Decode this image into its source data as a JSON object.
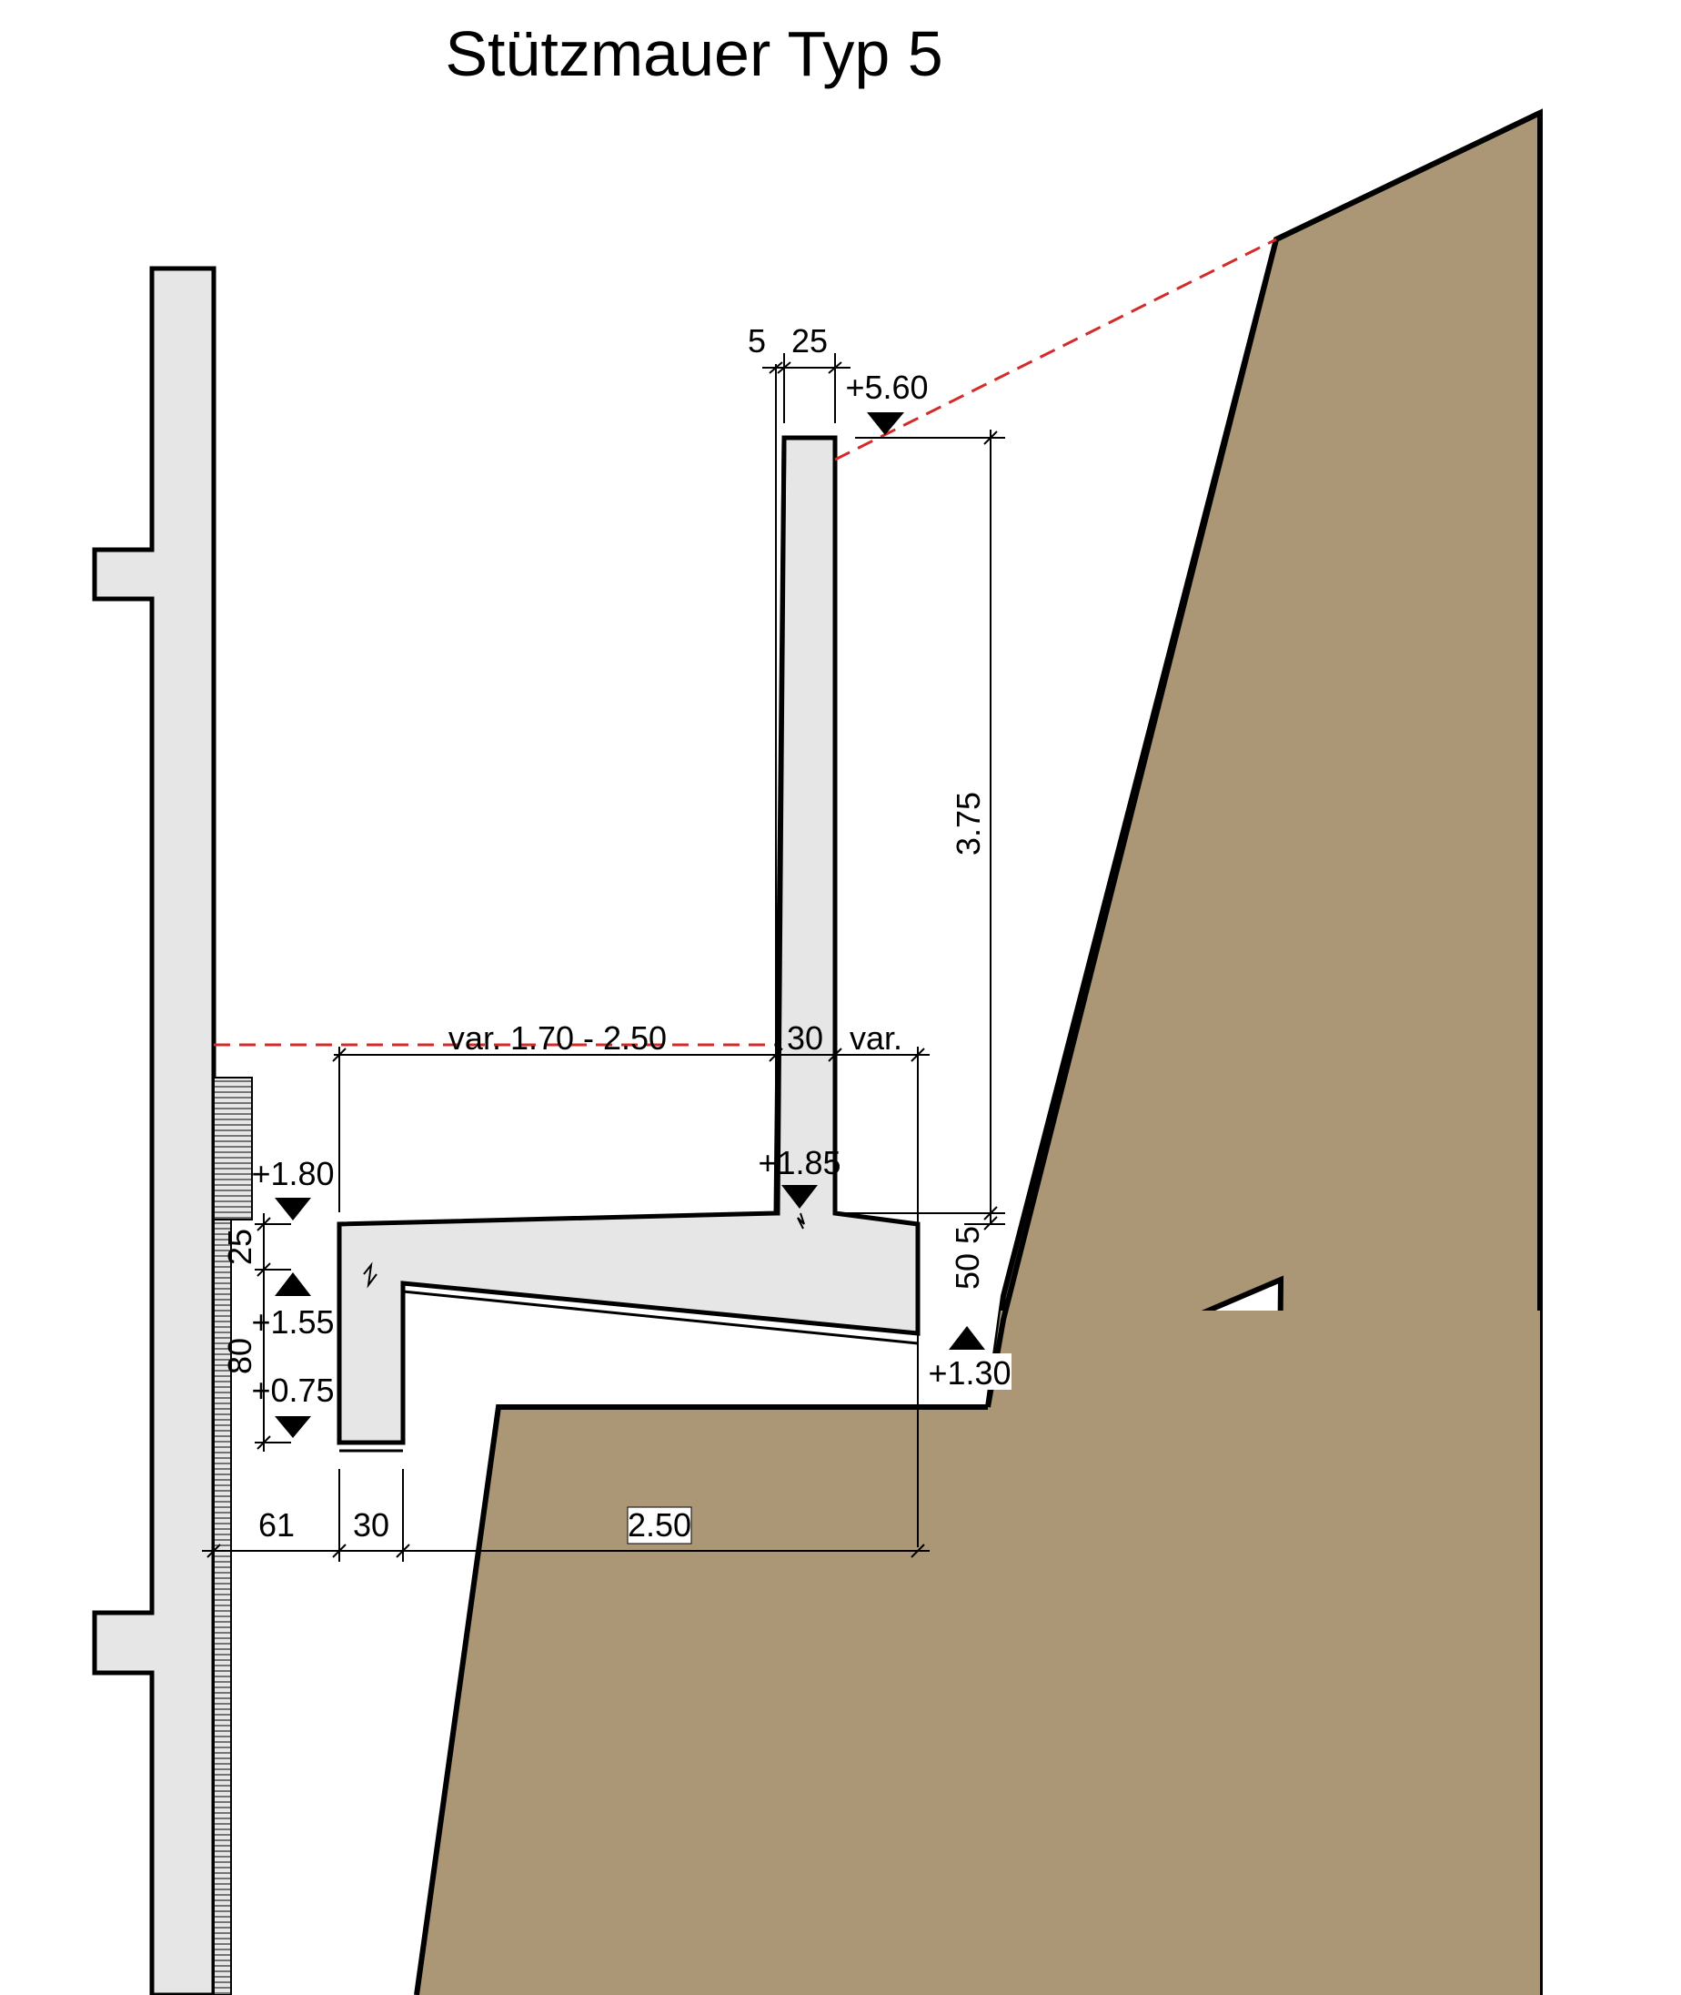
{
  "title": "Stützmauer Typ 5",
  "colors": {
    "concrete": "#e6e6e6",
    "soil": "#ab9776",
    "outline": "#000000",
    "reference_line": "#d42a2a"
  },
  "dimensions": {
    "stem_top_thickness_a": "5",
    "stem_top_thickness_b": "25",
    "wall_height": "3.75",
    "overhang_width": "var. 1.70 - 2.50",
    "stem_base_thickness": "30",
    "heel_width": "var.",
    "heel_thickness": "50 5",
    "nose_thickness": "25",
    "hanging_wall_height": "80",
    "gap_to_building": "61",
    "hanging_wall_width": "30",
    "base_width": "2.50"
  },
  "levels": {
    "top_of_wall": "+5.60",
    "top_of_slab": "+1.85",
    "nose_top": "+1.80",
    "nose_bottom": "+1.55",
    "hanging_wall_bottom": "+0.75",
    "slab_bottom_heel": "+1.30"
  }
}
